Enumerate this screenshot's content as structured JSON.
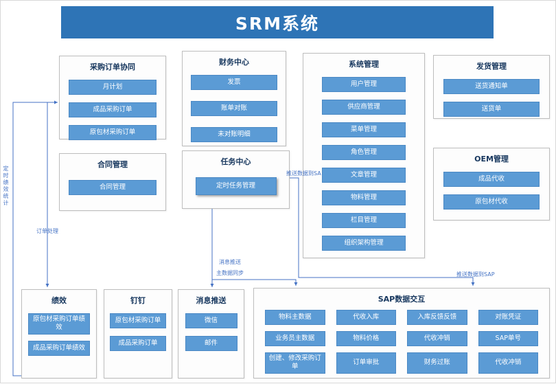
{
  "header": {
    "title": "SRM系统"
  },
  "colors": {
    "header_bg": "#2e74b6",
    "button_bg": "#5b9bd5",
    "button_text": "#ffffff",
    "group_border": "#bdbdbd",
    "connector": "#4472c4",
    "group_title_text": "#17375e"
  },
  "groups": {
    "purchase": {
      "title": "采购订单协同",
      "items": [
        "月计划",
        "成品采购订单",
        "原包材采购订单"
      ]
    },
    "finance": {
      "title": "财务中心",
      "items": [
        "发票",
        "账单对账",
        "未对账明细"
      ]
    },
    "system": {
      "title": "系统管理",
      "items": [
        "用户管理",
        "供应商管理",
        "菜单管理",
        "角色管理",
        "文章管理",
        "物料管理",
        "栏目管理",
        "组织架构管理"
      ]
    },
    "shipping": {
      "title": "发货管理",
      "items": [
        "送货通知单",
        "送货单"
      ]
    },
    "contract": {
      "title": "合同管理",
      "items": [
        "合同管理"
      ]
    },
    "task": {
      "title": "任务中心",
      "items": [
        "定时任务管理"
      ]
    },
    "oem": {
      "title": "OEM管理",
      "items": [
        "成品代收",
        "原包材代收"
      ]
    },
    "performance": {
      "title": "绩效",
      "items": [
        "原包材采购订单绩效",
        "成品采购订单绩效"
      ]
    },
    "dingtalk": {
      "title": "钉钉",
      "items": [
        "原包材采购订单",
        "成品采购订单"
      ]
    },
    "message_push": {
      "title": "消息推送",
      "items": [
        "微信",
        "邮件"
      ]
    },
    "sap": {
      "title": "SAP数据交互",
      "items": [
        "物料主数据",
        "代收入库",
        "入库反馈反馈",
        "对账凭证",
        "业务员主数据",
        "物料价格",
        "代收冲销",
        "SAP单号",
        "创建、修改采购订单",
        "订单审批",
        "财务过账",
        "代收冲销"
      ]
    }
  },
  "connector_labels": {
    "timed_performance": "定时绩效统计",
    "order_processing": "订单处理",
    "message_push": "消息推送",
    "master_data_sync": "主数据同步",
    "push_to_sap_left": "推送数据到SA",
    "push_to_sap_right": "推送数据到SAP"
  }
}
